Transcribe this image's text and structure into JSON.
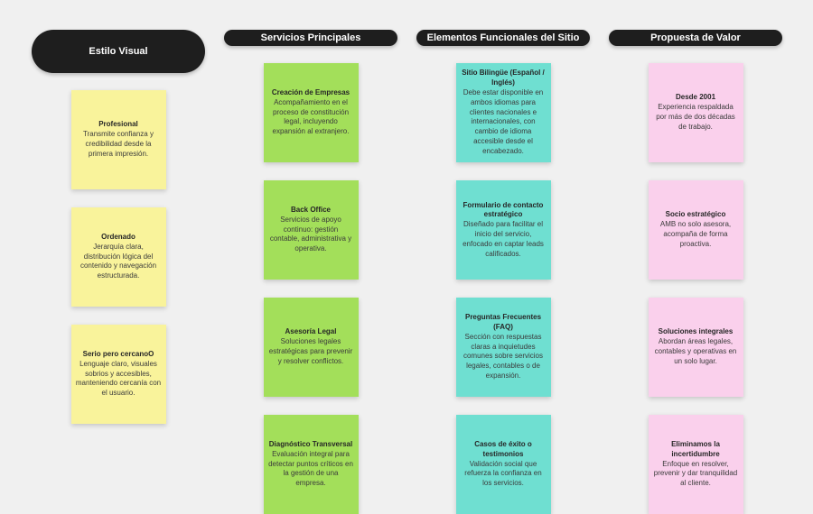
{
  "theme": {
    "board_background": "#F0F0F0",
    "header_bg": "#1E1E1E",
    "header_text_color": "#FFFFFF",
    "note_text_color": "#3B3B3B"
  },
  "columns": [
    {
      "id": "estilo-visual",
      "header": "Estilo Visual",
      "note_color": "#F9F39B",
      "notes": [
        {
          "title": "Profesional",
          "body": "Transmite confianza y credibilidad desde la primera impresión."
        },
        {
          "title": "Ordenado",
          "body": "Jerarquía clara, distribución lógica del contenido y navegación estructurada."
        },
        {
          "title": "Serio pero cercanoO",
          "body": "Lenguaje claro, visuales sobrios y accesibles, manteniendo cercanía con el usuario."
        }
      ]
    },
    {
      "id": "servicios-principales",
      "header": "Servicios Principales",
      "note_color": "#A3DF5A",
      "notes": [
        {
          "title": "Creación de Empresas",
          "body": "Acompañamiento en el proceso de constitución legal, incluyendo expansión al extranjero."
        },
        {
          "title": "Back Office",
          "body": "Servicios de apoyo continuo: gestión contable, administrativa y operativa."
        },
        {
          "title": "Asesoría Legal",
          "body": "Soluciones legales estratégicas para prevenir y resolver conflictos."
        },
        {
          "title": "Diagnóstico Transversal",
          "body": "Evaluación integral para detectar puntos críticos en la gestión de una empresa."
        }
      ]
    },
    {
      "id": "elementos-funcionales-del-sitio",
      "header": "Elementos Funcionales del Sitio",
      "note_color": "#6FDFD1",
      "notes": [
        {
          "title": "Sitio Bilingüe (Español / Inglés)",
          "body": "Debe estar disponible en ambos idiomas para clientes nacionales e internacionales, con cambio de idioma accesible desde el encabezado."
        },
        {
          "title": "Formulario de contacto estratégico",
          "body": "Diseñado para facilitar el inicio del servicio, enfocado en captar leads calificados."
        },
        {
          "title": "Preguntas Frecuentes (FAQ)",
          "body": "Sección con respuestas claras a inquietudes comunes sobre servicios legales, contables o de expansión."
        },
        {
          "title": "Casos de éxito o testimonios",
          "body": "Validación social que refuerza la confianza en los servicios."
        }
      ]
    },
    {
      "id": "propuesta-de-valor",
      "header": "Propuesta de Valor",
      "note_color": "#FAD0EC",
      "notes": [
        {
          "title": "Desde 2001",
          "body": "Experiencia respaldada por más de dos décadas de trabajo."
        },
        {
          "title": "Socio estratégico",
          "body": "AMB no solo asesora, acompaña de forma proactiva."
        },
        {
          "title": "Soluciones integrales",
          "body": "Abordan áreas legales, contables y operativas en un solo lugar."
        },
        {
          "title": "Eliminamos la incertidumbre",
          "body": "Enfoque en resolver, prevenir y dar tranquilidad al cliente."
        }
      ]
    }
  ]
}
